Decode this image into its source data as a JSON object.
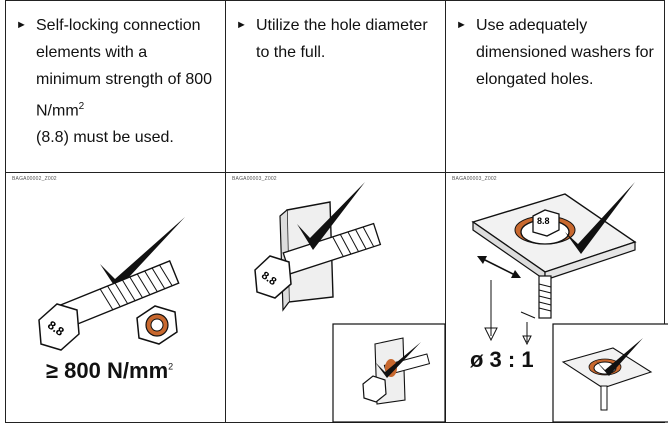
{
  "panels": [
    {
      "bullet": "►",
      "text": "Self-locking connection elements with a minimum strength of 800 N/mm",
      "text_sup": "2",
      "text_tail": "(8.8) must be used.",
      "ref_code": "BAGA00002_Z002",
      "caption": "≥ 800 N/mm",
      "caption_sup": "2",
      "bolt_mark": "8.8"
    },
    {
      "bullet": "►",
      "text": "Utilize the hole diameter to the full.",
      "ref_code": "BAGA00003_Z002",
      "bolt_mark": "8.8"
    },
    {
      "bullet": "►",
      "text": "Use adequately dimensioned washers for elongated holes.",
      "ref_code": "BAGA00003_Z002",
      "ratio": "ø 3 : 1",
      "bolt_mark": "8.8"
    }
  ],
  "icons": [
    "checkmark-icon"
  ]
}
